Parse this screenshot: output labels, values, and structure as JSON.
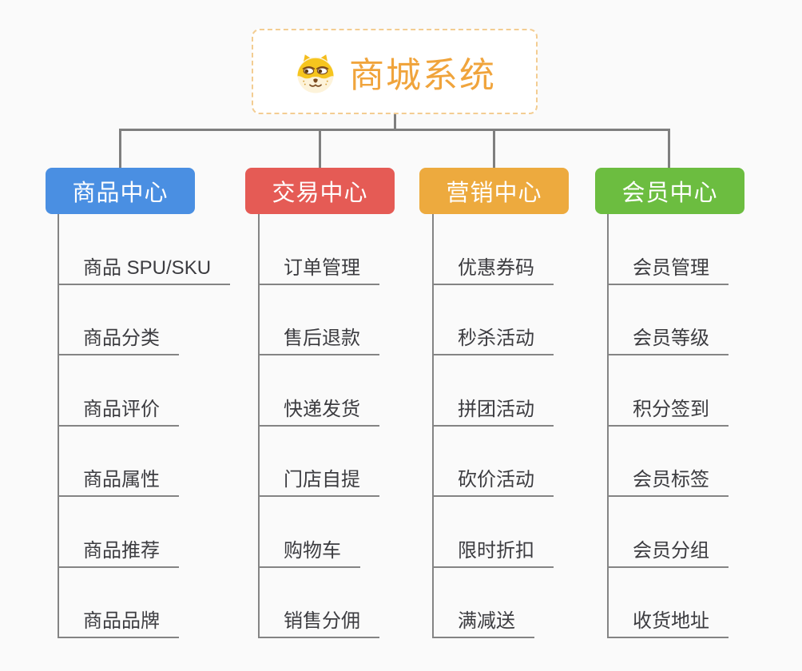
{
  "canvas": {
    "background": "#fafafa"
  },
  "colors": {
    "connector": "#7f7f7f",
    "child_line": "#848484",
    "child_text": "#3c3c40",
    "root_text": "#f0a43c",
    "root_border": "#f3cd92"
  },
  "root": {
    "title": "商城系统",
    "icon": "dog-face-icon"
  },
  "branches": [
    {
      "label": "商品中心",
      "color": "#4a8fe2",
      "children": [
        "商品 SPU/SKU",
        "商品分类",
        "商品评价",
        "商品属性",
        "商品推荐",
        "商品品牌"
      ]
    },
    {
      "label": "交易中心",
      "color": "#e55b55",
      "children": [
        "订单管理",
        "售后退款",
        "快递发货",
        "门店自提",
        "购物车",
        "销售分佣"
      ]
    },
    {
      "label": "营销中心",
      "color": "#edaa3e",
      "children": [
        "优惠券码",
        "秒杀活动",
        "拼团活动",
        "砍价活动",
        "限时折扣",
        "满减送"
      ]
    },
    {
      "label": "会员中心",
      "color": "#6cbd40",
      "children": [
        "会员管理",
        "会员等级",
        "积分签到",
        "会员标签",
        "会员分组",
        "收货地址"
      ]
    }
  ]
}
